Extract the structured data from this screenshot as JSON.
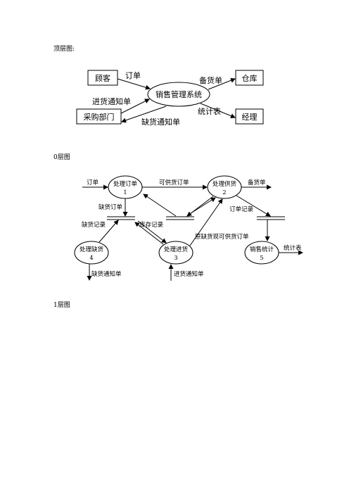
{
  "sections": {
    "top": "顶层图:",
    "level0": "0层图",
    "level1": "1层图"
  },
  "top_diagram": {
    "entities": {
      "customer": "顾客",
      "warehouse": "仓库",
      "purchasing": "采购部门",
      "manager": "经理"
    },
    "process": "销售管理系统",
    "flows": {
      "order": "订单",
      "stock_prep": "备货单",
      "purchase_notice": "进货通知单",
      "stats": "统计表",
      "shortage_notice": "缺货通知单"
    }
  },
  "level0_diagram": {
    "processes": {
      "p1": {
        "name": "处理订单",
        "num": "1"
      },
      "p2": {
        "name": "处理供货",
        "num": "2"
      },
      "p3": {
        "name": "处理进货",
        "num": "3"
      },
      "p4": {
        "name": "处理缺货",
        "num": "4"
      },
      "p5": {
        "name": "销售统计",
        "num": "5"
      }
    },
    "stores": {
      "shortage_record": "缺货记录",
      "inventory_record": "库存记录",
      "order_record": "订单记录"
    },
    "flows": {
      "order_in": "订单",
      "deliverable_order": "可供货订单",
      "stock_prep_out": "备货单",
      "shortage_order": "缺货订单",
      "formerly_short": "原缺货现可供货订单",
      "stats_out": "统计表",
      "shortage_notice": "缺货通知单",
      "purchase_notice": "进货通知单"
    }
  }
}
